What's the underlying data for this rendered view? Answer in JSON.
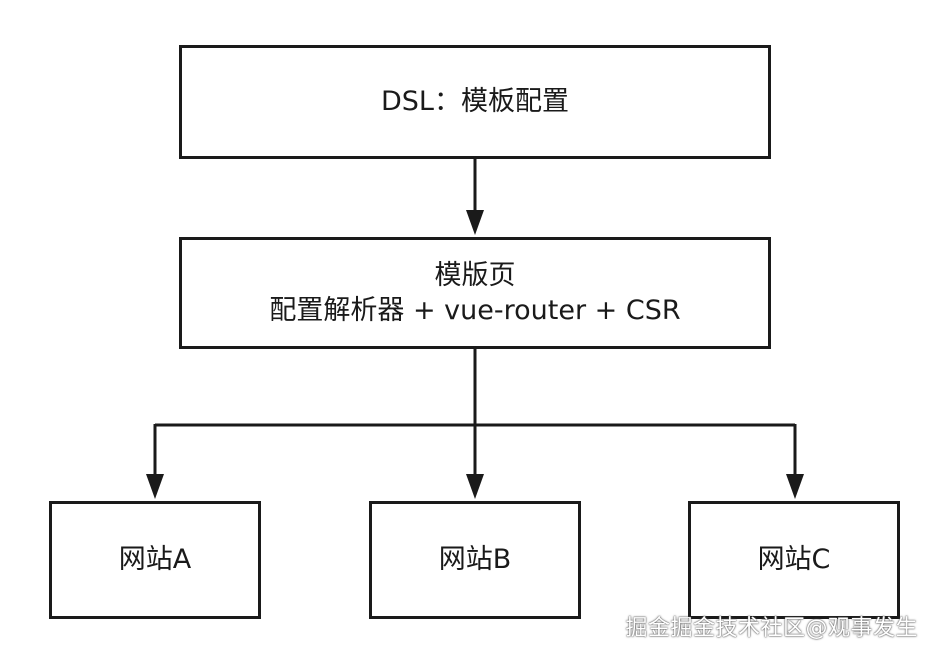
{
  "nodes": {
    "dsl": {
      "label": "DSL：模板配置"
    },
    "template_page": {
      "line1": "模版页",
      "line2": "配置解析器 + vue-router + CSR"
    },
    "site_a": {
      "label": "网站A"
    },
    "site_b": {
      "label": "网站B"
    },
    "site_c": {
      "label": "网站C"
    }
  },
  "edges": [
    {
      "from": "dsl",
      "to": "template_page"
    },
    {
      "from": "template_page",
      "to": "site_a"
    },
    {
      "from": "template_page",
      "to": "site_b"
    },
    {
      "from": "template_page",
      "to": "site_c"
    }
  ],
  "watermark": "掘金掘金技术社区@观事发生",
  "colors": {
    "stroke": "#1a1a1a",
    "background": "#ffffff"
  }
}
